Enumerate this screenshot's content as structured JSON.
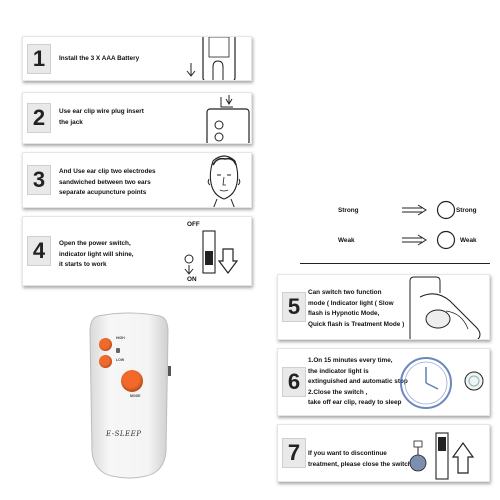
{
  "steps": [
    {
      "number": "1",
      "lines": [
        "Install the 3 X AAA Battery"
      ]
    },
    {
      "number": "2",
      "lines": [
        "Use ear clip wire plug insert",
        "the jack"
      ]
    },
    {
      "number": "3",
      "lines": [
        "And Use ear clip two electrodes",
        "sandwiched between two ears",
        "separate acupuncture points"
      ]
    },
    {
      "number": "4",
      "lines": [
        "Open the power switch,",
        "indicator light will shine,",
        "it starts to work"
      ],
      "switch_labels": {
        "off": "OFF",
        "on": "ON"
      }
    },
    {
      "number": "5",
      "lines": [
        "Can switch two function",
        "mode ( Indicator light ( Slow",
        "flash is Hypnotic Mode,",
        "Quick flash is Treatment Mode )"
      ]
    },
    {
      "number": "6",
      "lines": [
        "1.On 15 minutes every time,",
        "the indicator light is",
        "extinguished and automatic stop",
        "2.Close the switch ,",
        "take off ear clip, ready to sleep"
      ]
    },
    {
      "number": "7",
      "lines": [
        "If you want to discontinue",
        "treatment, please close the switch"
      ]
    }
  ],
  "strength": {
    "strong_label": "Strong",
    "weak_label": "Weak",
    "strong_right": "Strong",
    "weak_right": "Weak"
  },
  "device": {
    "brand": "E-SLEEP",
    "high_label": "HIGH",
    "low_label": "LOW",
    "mode_label": "MODE",
    "body_color": "#f2f2f2",
    "button_color": "#f26a2a"
  }
}
